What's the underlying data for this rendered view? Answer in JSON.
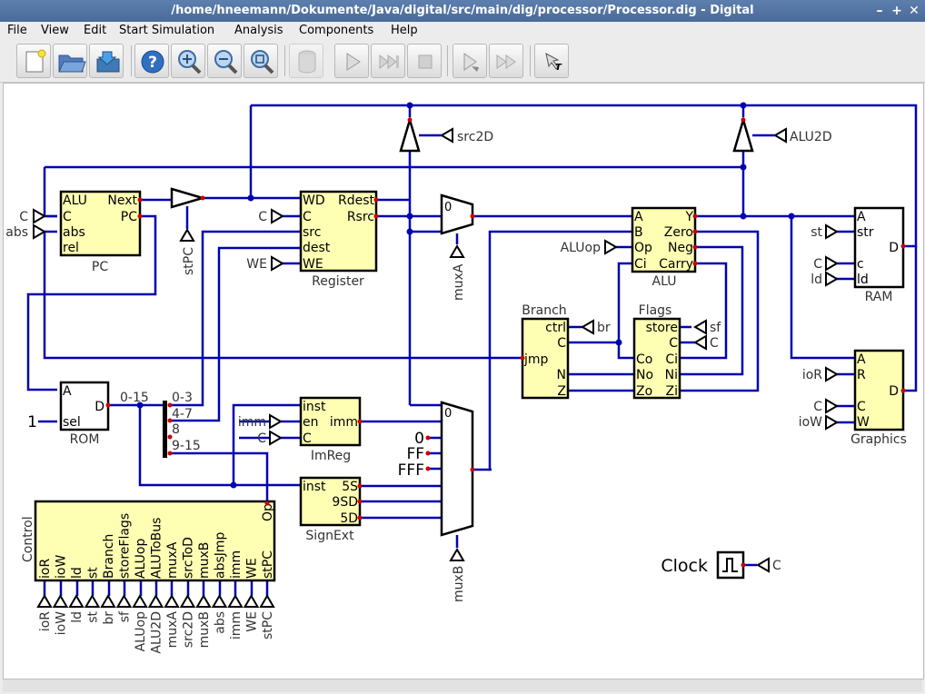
{
  "window": {
    "title": "/home/hneemann/Dokumente/Java/digital/src/main/dig/processor/Processor.dig - Digital",
    "minimize": "–",
    "maximize": "+",
    "close": "✕"
  },
  "menu": {
    "file": "File",
    "view": "View",
    "edit": "Edit",
    "start_simulation": "Start Simulation",
    "analysis": "Analysis",
    "components": "Components",
    "help": "Help"
  },
  "toolbar": {
    "buttons": [
      "new-icon",
      "open-icon",
      "save-icon",
      "help-icon",
      "zoom-in-icon",
      "zoom-out-icon",
      "zoom-fit-icon",
      "disk-icon",
      "play-icon",
      "step-icon",
      "stop-icon",
      "micro-step-icon",
      "fast-forward-icon",
      "tests-icon"
    ]
  },
  "colors": {
    "wire": "#0000b2",
    "component_fill": "#ffffb4",
    "pin_dot": "#cc0000"
  },
  "circuit": {
    "pc": {
      "name": "PC",
      "ports": {
        "alu": "ALU",
        "c": "C",
        "abs": "abs",
        "rel": "rel",
        "next": "Next",
        "pc": "PC"
      }
    },
    "register": {
      "name": "Register",
      "ports": {
        "wd": "WD",
        "c": "C",
        "src": "src",
        "dest": "dest",
        "we": "WE",
        "rdest": "Rdest",
        "rsrc": "Rsrc"
      }
    },
    "alu": {
      "name": "ALU",
      "ports": {
        "a": "A",
        "b": "B",
        "op": "Op",
        "ci": "Ci",
        "y": "Y",
        "zero": "Zero",
        "neg": "Neg",
        "carry": "Carry"
      }
    },
    "ram": {
      "name": "RAM",
      "ports": {
        "a": "A",
        "str": "str",
        "c": "c",
        "ld": "ld",
        "d": "D"
      }
    },
    "graphics": {
      "name": "Graphics",
      "ports": {
        "a": "A",
        "r": "R",
        "c": "C",
        "w": "W",
        "d": "D"
      }
    },
    "branch": {
      "name": "Branch",
      "ports": {
        "ctrl": "ctrl",
        "c": "C",
        "jmp": "jmp",
        "n": "N",
        "z": "Z"
      }
    },
    "flags": {
      "name": "Flags",
      "ports": {
        "store": "store",
        "c": "C",
        "co": "Co",
        "ci": "Ci",
        "no": "No",
        "ni": "Ni",
        "zo": "Zo",
        "zi": "Zi"
      }
    },
    "rom": {
      "name": "ROM",
      "ports": {
        "a": "A",
        "sel": "sel",
        "d": "D"
      }
    },
    "imreg": {
      "name": "ImReg",
      "ports": {
        "inst": "inst",
        "en": "en",
        "c": "C",
        "imm": "imm"
      }
    },
    "signext": {
      "name": "SignExt",
      "ports": {
        "inst": "inst",
        "s5": "5S",
        "sd9": "9SD",
        "d5": "5D"
      }
    },
    "control": {
      "name": "Control",
      "out": "Op",
      "ports": [
        "ioR",
        "ioW",
        "ld",
        "st",
        "Branch",
        "storeFlags",
        "ALUop",
        "ALUToBus",
        "muxA",
        "srcToD",
        "muxB",
        "absJmp",
        "imm",
        "WE",
        "stPC"
      ],
      "outputs": [
        "ioR",
        "ioW",
        "ld",
        "st",
        "br",
        "sf",
        "ALUop",
        "ALU2D",
        "muxA",
        "src2D",
        "muxB",
        "abs",
        "imm",
        "WE",
        "stPC"
      ]
    },
    "splitter": {
      "in": "0-15",
      "outs": [
        "0-3",
        "4-7",
        "8",
        "9-15"
      ]
    },
    "mux_a": {
      "name": "muxA",
      "in0": "0"
    },
    "mux_b": {
      "name": "muxB",
      "in0": "0",
      "consts": [
        "0",
        "FF",
        "FFF"
      ]
    },
    "clock": {
      "name": "Clock",
      "out": "C"
    },
    "inputs": {
      "pc_c": "C",
      "pc_abs": "abs",
      "st_pc": "stPC",
      "reg_c": "C",
      "reg_we": "WE",
      "src2d": "src2D",
      "alu2d": "ALU2D",
      "aluop": "ALUop",
      "br": "br",
      "sf": "sf",
      "flags_c": "C",
      "ram_st": "st",
      "ram_c": "C",
      "ram_ld": "ld",
      "gr_ior": "ioR",
      "gr_c": "C",
      "gr_iow": "ioW",
      "imm": "imm",
      "imreg_c": "C",
      "rom_sel": "1"
    }
  }
}
